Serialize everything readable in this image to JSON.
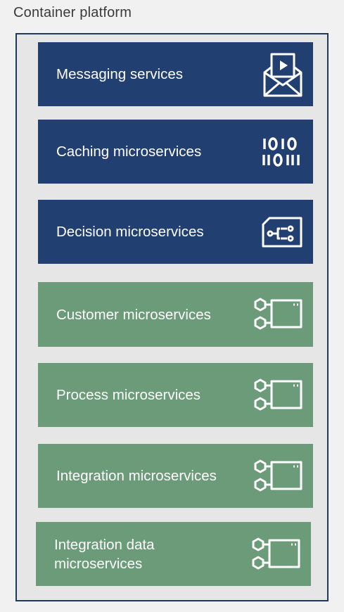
{
  "diagram": {
    "title": "Container platform",
    "components": [
      {
        "label": "Messaging services",
        "icon": "envelope-play-icon"
      },
      {
        "label": "Caching microservices",
        "icon": "binary-digits-icon"
      },
      {
        "label": "Decision microservices",
        "icon": "decision-card-icon"
      },
      {
        "label": "Customer microservices",
        "icon": "microservice-module-icon"
      },
      {
        "label": "Process microservices",
        "icon": "microservice-module-icon"
      },
      {
        "label": "Integration microservices",
        "icon": "microservice-module-icon"
      },
      {
        "label": "Integration data microservices",
        "icon": "microservice-module-icon"
      }
    ],
    "colors": {
      "platform_border": "#1f3a5a",
      "blue": "#223f71",
      "green": "#6b9b79"
    }
  }
}
